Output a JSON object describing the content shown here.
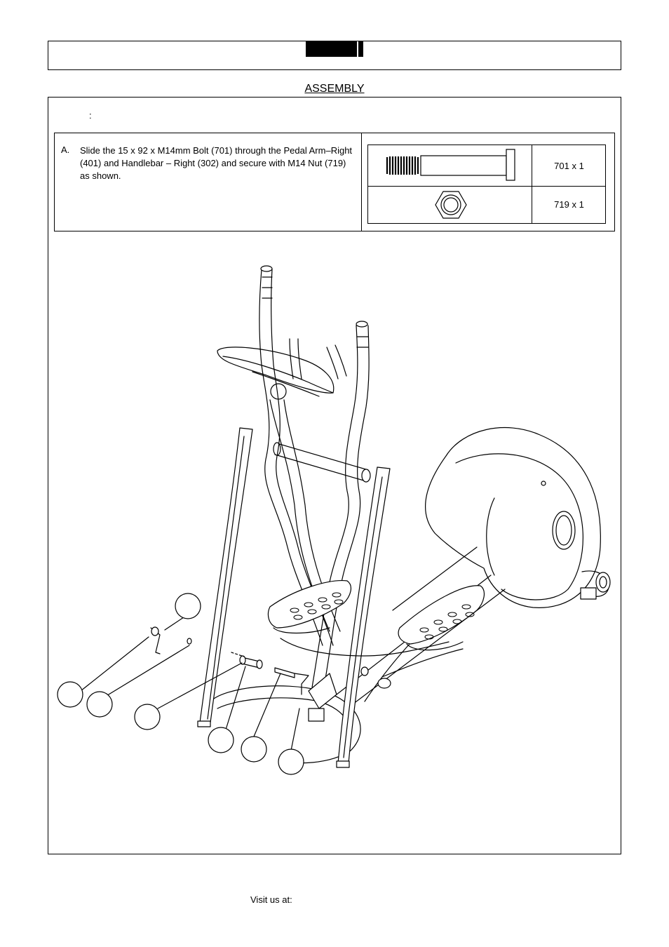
{
  "header": {
    "title": "ASSEMBLY"
  },
  "step": {
    "colon": ":",
    "letter": "A.",
    "text": "Slide the 15 x 92 x M14mm Bolt (701) through the Pedal Arm–Right (401) and Handlebar – Right (302) and secure with M14 Nut (719) as shown."
  },
  "parts": [
    {
      "qty": "701 x 1",
      "icon": "bolt-icon"
    },
    {
      "qty": "719 x 1",
      "icon": "hex-nut-icon"
    }
  ],
  "footer": {
    "visit": "Visit us at:"
  }
}
